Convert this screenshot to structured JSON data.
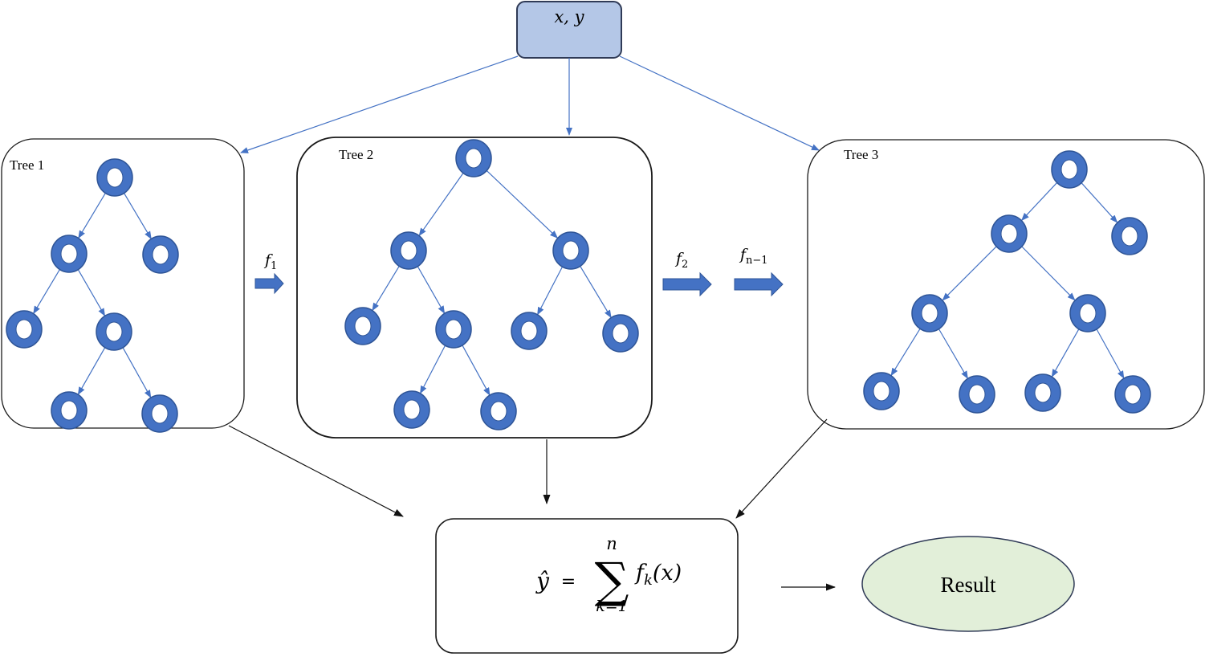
{
  "input_box": {
    "label": "x, y"
  },
  "trees": [
    {
      "label": "Tree 1"
    },
    {
      "label": "Tree 2"
    },
    {
      "label": "Tree 3"
    }
  ],
  "functions": {
    "f1": {
      "base": "f",
      "sub": "1"
    },
    "f2": {
      "base": "f",
      "sub": "2"
    },
    "fn1": {
      "base": "f",
      "sub": "n−1"
    }
  },
  "formula": {
    "lhs": "ŷ",
    "equals": "=",
    "sum_symbol": "∑",
    "upper": "n",
    "lower": "k=1",
    "term_base": "f",
    "term_sub": "k",
    "term_arg": "(x)"
  },
  "result": {
    "label": "Result"
  },
  "colors": {
    "node_fill": "#4472c4",
    "node_stroke": "#2f5597",
    "edge": "#4472c4",
    "input_fill": "#b4c7e7",
    "result_fill": "#e2efd9",
    "box_stroke": "#1a1a1a"
  }
}
